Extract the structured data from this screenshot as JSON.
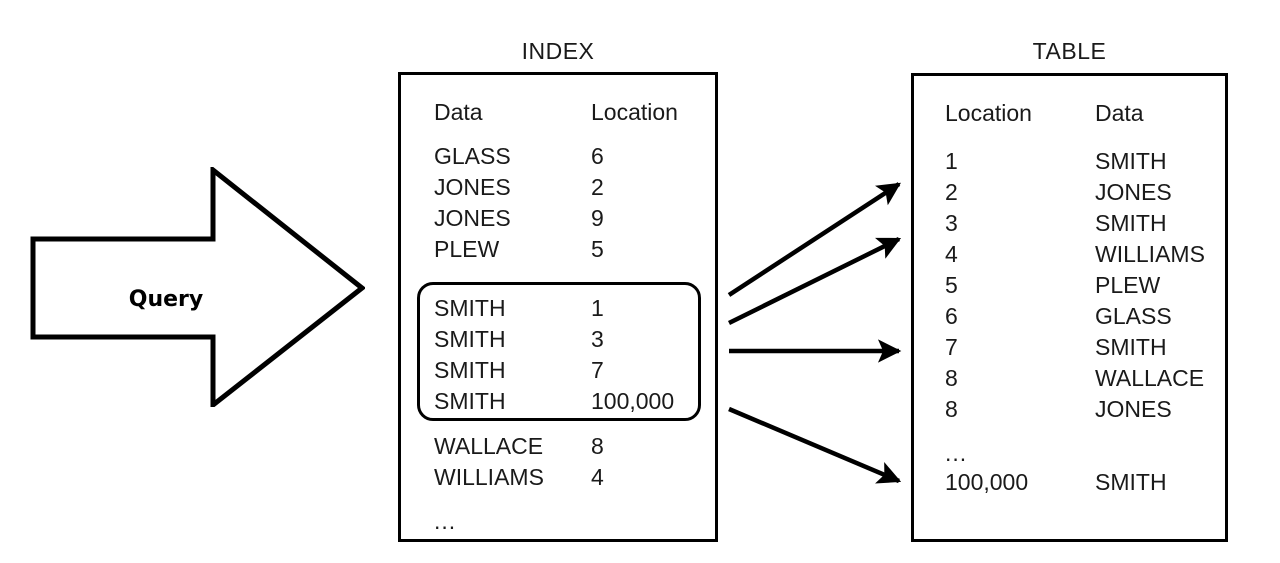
{
  "diagram": {
    "query": {
      "label": "Query",
      "shape": "right-arrow"
    },
    "index_panel": {
      "title": "INDEX",
      "columns": [
        "Data",
        "Location"
      ],
      "rows": [
        {
          "data": "GLASS",
          "location": "6"
        },
        {
          "data": "JONES",
          "location": "2"
        },
        {
          "data": "JONES",
          "location": "9"
        },
        {
          "data": "PLEW",
          "location": "5"
        },
        {
          "data": "SMITH",
          "location": "1"
        },
        {
          "data": "SMITH",
          "location": "3"
        },
        {
          "data": "SMITH",
          "location": "7"
        },
        {
          "data": "SMITH",
          "location": "100,000"
        },
        {
          "data": "WALLACE",
          "location": "8"
        },
        {
          "data": "WILLIAMS",
          "location": "4"
        }
      ],
      "ellipsis": "...",
      "highlight": {
        "label": "matching-smith-entries",
        "first_row_index": 4,
        "last_row_index": 7,
        "border_color": "#000000"
      }
    },
    "table_panel": {
      "title": "TABLE",
      "columns": [
        "Location",
        "Data"
      ],
      "rows": [
        {
          "location": "1",
          "data": "SMITH"
        },
        {
          "location": "2",
          "data": "JONES"
        },
        {
          "location": "3",
          "data": "SMITH"
        },
        {
          "location": "4",
          "data": "WILLIAMS"
        },
        {
          "location": "5",
          "data": "PLEW"
        },
        {
          "location": "6",
          "data": "GLASS"
        },
        {
          "location": "7",
          "data": "SMITH"
        },
        {
          "location": "8",
          "data": "WALLACE"
        },
        {
          "location": "8",
          "data": "JONES"
        }
      ],
      "ellipsis": "...",
      "last_row": {
        "location": "100,000",
        "data": "SMITH"
      }
    },
    "connectors": [
      {
        "name": "arrow-smith-1",
        "from_index_row": 4,
        "to_table_row": 0
      },
      {
        "name": "arrow-smith-3",
        "from_index_row": 5,
        "to_table_row": 2
      },
      {
        "name": "arrow-smith-7",
        "from_index_row": 6,
        "to_table_row": 6
      },
      {
        "name": "arrow-smith-100000",
        "from_index_row": 7,
        "to_table_row": 9
      }
    ],
    "colors": {
      "stroke": "#000000",
      "text": "#1a1a1a",
      "background": "#ffffff"
    }
  }
}
